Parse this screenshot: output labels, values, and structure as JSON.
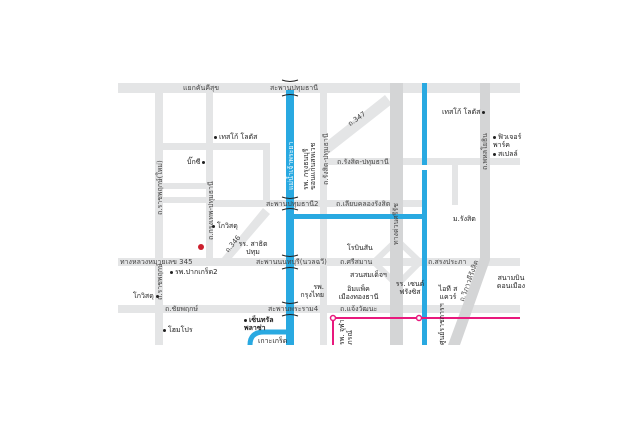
{
  "colors": {
    "road": "#e4e5e6",
    "expressway": "#d4d5d6",
    "river": "#29a9e1",
    "rail": "#e8197d",
    "marker": "#cc1f2d"
  },
  "roads": {
    "top_junction": "แยกคันคีสุข",
    "bridge_pathum": "สะพานปทุมธานี",
    "bridge_pathum2": "สะพานปทุมธานี2",
    "bridge_nonthaburi": "สะพานนนทบุรี(นวลฉวี)",
    "bridge_phraram4": "สะพานพระราม4",
    "ratchaphruek": "ถ.ราชพฤกษ์(ใหม่)",
    "bangkok_pathum": "ถ.กรุงเทพ-ปทุมธานี",
    "rangsit_pathum_v": "ถ.รังสิต-ปทุมธานี",
    "rangsit_pathum": "ถ.รังสิต-ปทุมธานี",
    "liap_khlong": "ถ.เลียบคลองรังสิต",
    "hwy345": "ทางหลวงหมายเลข 345",
    "r346": "ถ.346",
    "r347": "ถ.347",
    "srisaman": "ถ.ศรีสมาน",
    "songprapa": "ถ.สรงประภา",
    "chaiyaphruek": "ถ.ชัยพฤกษ์",
    "chaengwattana": "ถ.แจ้งวัฒนะ",
    "expressway": "ทางด่วนศรีรัช",
    "phahonyothin": "ถ.พหลโยธิน",
    "vibhavadi": "ถ.วิภาวดีรังสิต",
    "ratchaphruek2": "ถ.ราชพฤกษ์",
    "river": "แม่น้ำเจ้าพระยา"
  },
  "places": {
    "tesco1": "เทสโก้ โลตัส",
    "bigc": "บิ๊กซี",
    "tesco2": "เทสโก้ โลตัส",
    "future_park": "ฟิวเจอร์ พาร์ค",
    "spell": "สเปลล์",
    "hosp_pathum": "รพ. กรุงธนบุรี ขอนแก่นสหเวช",
    "robinson": "โรบินสัน",
    "kowit": "โกวิสดุ",
    "school": "รร. สาธิตปทุม",
    "rangsit_u": "ม.รังสิต",
    "hosp_pakkret": "รพ.ปากเกร็ด2",
    "hosp_krungthai": "รพ. กรุงไทย",
    "kowit2": "โกวิสดุ",
    "central": "เซ็นทรัล พลาซ่า",
    "homepro": "โฮมโปร",
    "kohkret": "เกาะเกร็ด",
    "suan": "สวนสมเด็จฯ",
    "esplanade": "อิมแพ็ค เมืองทองธานี",
    "school2": "รร. เซนต์ฟรังซิส",
    "itsquare": "ไอที สแควร์",
    "donmuang": "สนามบิน ดอนเมือง",
    "hosp_chula": "รพ. จุฬาภรณ์",
    "govt": "ศูนย์ราชการฯ"
  }
}
